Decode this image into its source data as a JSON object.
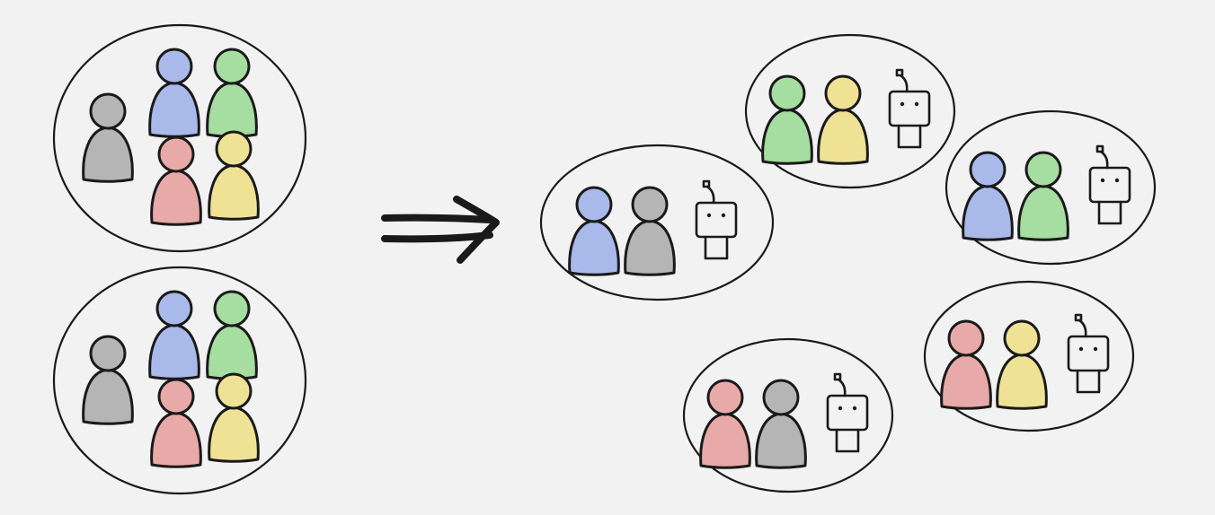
{
  "colors": {
    "background": "#f2f2f2",
    "outline": "#1a1a1a",
    "person": {
      "gray": "#b5b5b5",
      "blue": "#a9b9ea",
      "green": "#a6dda0",
      "red": "#e8aaa8",
      "yellow": "#efe295"
    }
  },
  "icons": {
    "person": "person-icon",
    "robot": "robot-icon",
    "arrow": "double-arrow-right-icon"
  },
  "diagram": {
    "source_groups": [
      {
        "name": "group-a",
        "members": [
          "gray",
          "blue",
          "green",
          "red",
          "yellow"
        ]
      },
      {
        "name": "group-b",
        "members": [
          "gray",
          "blue",
          "green",
          "red",
          "yellow"
        ]
      }
    ],
    "target_groups": [
      {
        "name": "pair-blue-gray",
        "members": [
          "blue",
          "gray"
        ],
        "with_robot": true
      },
      {
        "name": "pair-green-yellow",
        "members": [
          "green",
          "yellow"
        ],
        "with_robot": true
      },
      {
        "name": "pair-blue-green",
        "members": [
          "blue",
          "green"
        ],
        "with_robot": true
      },
      {
        "name": "pair-red-yellow",
        "members": [
          "red",
          "yellow"
        ],
        "with_robot": true
      },
      {
        "name": "pair-red-gray",
        "members": [
          "red",
          "gray"
        ],
        "with_robot": true
      }
    ]
  }
}
